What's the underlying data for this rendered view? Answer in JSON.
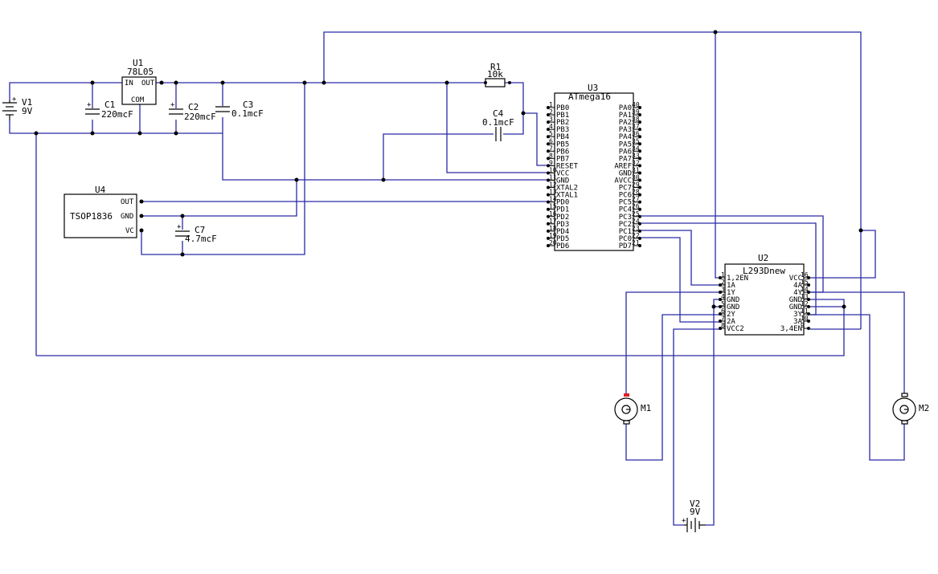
{
  "components": {
    "U1": {
      "ref": "U1",
      "value": "78L05",
      "pins": {
        "in": "IN",
        "out": "OUT",
        "com": "COM"
      }
    },
    "U2": {
      "ref": "U2",
      "value": "L293Dnew",
      "pins_left": [
        {
          "num": "1",
          "name": "1,2EN"
        },
        {
          "num": "2",
          "name": "1A"
        },
        {
          "num": "3",
          "name": "1Y"
        },
        {
          "num": "4",
          "name": "GND"
        },
        {
          "num": "5",
          "name": "GND"
        },
        {
          "num": "6",
          "name": "2Y"
        },
        {
          "num": "7",
          "name": "2A"
        },
        {
          "num": "8",
          "name": "VCC2"
        }
      ],
      "pins_right": [
        {
          "num": "16",
          "name": "VCC"
        },
        {
          "num": "15",
          "name": "4A"
        },
        {
          "num": "14",
          "name": "4Y"
        },
        {
          "num": "13",
          "name": "GND"
        },
        {
          "num": "12",
          "name": "GND"
        },
        {
          "num": "11",
          "name": "3Y"
        },
        {
          "num": "10",
          "name": "3A"
        },
        {
          "num": "9",
          "name": "3,4EN"
        }
      ]
    },
    "U3": {
      "ref": "U3",
      "value": "ATmega16",
      "pins_left": [
        {
          "num": "1",
          "name": "PB0"
        },
        {
          "num": "2",
          "name": "PB1"
        },
        {
          "num": "3",
          "name": "PB2"
        },
        {
          "num": "4",
          "name": "PB3"
        },
        {
          "num": "5",
          "name": "PB4"
        },
        {
          "num": "6",
          "name": "PB5"
        },
        {
          "num": "7",
          "name": "PB6"
        },
        {
          "num": "8",
          "name": "PB7"
        },
        {
          "num": "9",
          "name": "RESET"
        },
        {
          "num": "10",
          "name": "VCC"
        },
        {
          "num": "11",
          "name": "GND"
        },
        {
          "num": "12",
          "name": "XTAL2"
        },
        {
          "num": "13",
          "name": "XTAL1"
        },
        {
          "num": "14",
          "name": "PD0"
        },
        {
          "num": "15",
          "name": "PD1"
        },
        {
          "num": "16",
          "name": "PD2"
        },
        {
          "num": "17",
          "name": "PD3"
        },
        {
          "num": "18",
          "name": "PD4"
        },
        {
          "num": "19",
          "name": "PD5"
        },
        {
          "num": "20",
          "name": "PD6"
        }
      ],
      "pins_right": [
        {
          "num": "40",
          "name": "PA0"
        },
        {
          "num": "39",
          "name": "PA1"
        },
        {
          "num": "38",
          "name": "PA2"
        },
        {
          "num": "37",
          "name": "PA3"
        },
        {
          "num": "36",
          "name": "PA4"
        },
        {
          "num": "35",
          "name": "PA5"
        },
        {
          "num": "34",
          "name": "PA6"
        },
        {
          "num": "33",
          "name": "PA7"
        },
        {
          "num": "32",
          "name": "AREF"
        },
        {
          "num": "31",
          "name": "GND"
        },
        {
          "num": "30",
          "name": "AVCC"
        },
        {
          "num": "29",
          "name": "PC7"
        },
        {
          "num": "28",
          "name": "PC6"
        },
        {
          "num": "27",
          "name": "PC5"
        },
        {
          "num": "26",
          "name": "PC4"
        },
        {
          "num": "25",
          "name": "PC3"
        },
        {
          "num": "24",
          "name": "PC2"
        },
        {
          "num": "23",
          "name": "PC1"
        },
        {
          "num": "22",
          "name": "PC0"
        },
        {
          "num": "21",
          "name": "PD7"
        }
      ]
    },
    "U4": {
      "ref": "U4",
      "value": "TSOP1836",
      "pins": {
        "out": "OUT",
        "gnd": "GND",
        "vcc": "VC"
      }
    },
    "R1": {
      "ref": "R1",
      "value": "10k"
    },
    "C1": {
      "ref": "C1",
      "value": "220mcF"
    },
    "C2": {
      "ref": "C2",
      "value": "220mcF"
    },
    "C3": {
      "ref": "C3",
      "value": "0.1mcF"
    },
    "C4": {
      "ref": "C4",
      "value": "0.1mcF"
    },
    "C7": {
      "ref": "C7",
      "value": "4.7mcF"
    },
    "V1": {
      "ref": "V1",
      "value": "9V"
    },
    "V2": {
      "ref": "V2",
      "value": "9V"
    },
    "M1": {
      "ref": "M1"
    },
    "M2": {
      "ref": "M2"
    }
  }
}
